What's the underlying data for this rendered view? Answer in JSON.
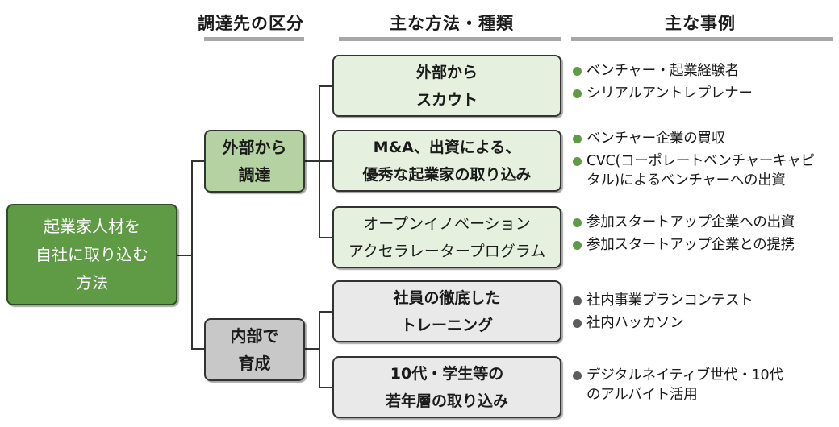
{
  "headers": {
    "col1": "調達先の区分",
    "col2": "主な方法・種類",
    "col3": "主な事例"
  },
  "root": {
    "label": "起業家人材を\n自社に取り込む\n方法",
    "color": "#5f9a45"
  },
  "categories": [
    {
      "label": "外部から\n調達",
      "color": "#b5d3a2",
      "methods": [
        {
          "label": "外部から\nスカウト",
          "examples": [
            "ベンチャー・起業経験者",
            "シリアルアントレプレナー"
          ]
        },
        {
          "label": "M&A、出資による、\n優秀な起業家の取り込み",
          "examples": [
            "ベンチャー企業の買収",
            "CVC(コーポレートベンチャーキャピ\nタル)によるベンチャーへの出資"
          ]
        },
        {
          "label": "オープンイノベーション\nアクセラレータープログラム",
          "examples": [
            "参加スタートアップ企業への出資",
            "参加スタートアップ企業との提携"
          ]
        }
      ]
    },
    {
      "label": "内部で\n育成",
      "color": "#c8c8c8",
      "methods": [
        {
          "label": "社員の徹底した\nトレーニング",
          "examples": [
            "社内事業プランコンテスト",
            "社内ハッカソン"
          ]
        },
        {
          "label": "10代・学生等の\n若年層の取り込み",
          "examples": [
            "デジタルネイティブ世代・10代\nのアルバイト活用"
          ]
        }
      ]
    }
  ]
}
